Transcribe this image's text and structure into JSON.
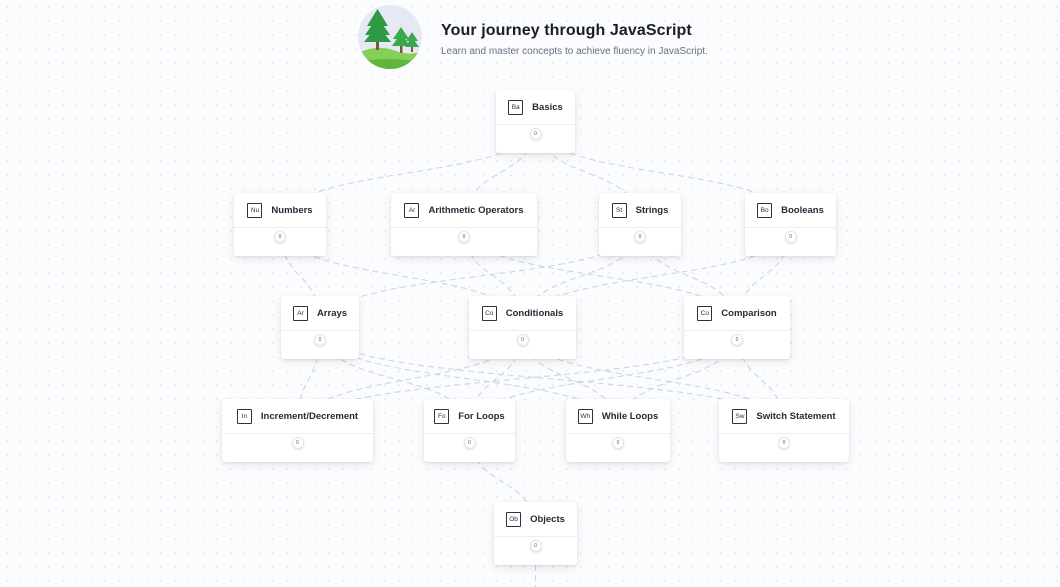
{
  "header": {
    "title": "Your journey through JavaScript",
    "subtitle": "Learn and master concepts to achieve fluency in JavaScript."
  },
  "nodes": [
    {
      "id": "basics",
      "label": "Basics",
      "badge": "Ba",
      "count": "0"
    },
    {
      "id": "numbers",
      "label": "Numbers",
      "badge": "Nu",
      "count": "0"
    },
    {
      "id": "arithmetic-operators",
      "label": "Arithmetic Operators",
      "badge": "Ar",
      "count": "0"
    },
    {
      "id": "strings",
      "label": "Strings",
      "badge": "St",
      "count": "0"
    },
    {
      "id": "booleans",
      "label": "Booleans",
      "badge": "Bo",
      "count": "0"
    },
    {
      "id": "arrays",
      "label": "Arrays",
      "badge": "Ar",
      "count": "0"
    },
    {
      "id": "conditionals",
      "label": "Conditionals",
      "badge": "Co",
      "count": "0"
    },
    {
      "id": "comparison",
      "label": "Comparison",
      "badge": "Co",
      "count": "0"
    },
    {
      "id": "increment-decrement",
      "label": "Increment/Decrement",
      "badge": "In",
      "count": "0"
    },
    {
      "id": "for-loops",
      "label": "For Loops",
      "badge": "Fo",
      "count": "0"
    },
    {
      "id": "while-loops",
      "label": "While Loops",
      "badge": "Wh",
      "count": "0"
    },
    {
      "id": "switch-statement",
      "label": "Switch Statement",
      "badge": "Sw",
      "count": "0"
    },
    {
      "id": "objects",
      "label": "Objects",
      "badge": "Ob",
      "count": "0"
    }
  ],
  "edges": [
    [
      "basics",
      "numbers"
    ],
    [
      "basics",
      "arithmetic-operators"
    ],
    [
      "basics",
      "strings"
    ],
    [
      "basics",
      "booleans"
    ],
    [
      "numbers",
      "arrays"
    ],
    [
      "numbers",
      "conditionals"
    ],
    [
      "arithmetic-operators",
      "conditionals"
    ],
    [
      "arithmetic-operators",
      "comparison"
    ],
    [
      "strings",
      "arrays"
    ],
    [
      "strings",
      "conditionals"
    ],
    [
      "strings",
      "comparison"
    ],
    [
      "booleans",
      "conditionals"
    ],
    [
      "booleans",
      "comparison"
    ],
    [
      "arrays",
      "increment-decrement"
    ],
    [
      "arrays",
      "for-loops"
    ],
    [
      "arrays",
      "while-loops"
    ],
    [
      "arrays",
      "switch-statement"
    ],
    [
      "conditionals",
      "increment-decrement"
    ],
    [
      "conditionals",
      "for-loops"
    ],
    [
      "conditionals",
      "while-loops"
    ],
    [
      "conditionals",
      "switch-statement"
    ],
    [
      "comparison",
      "increment-decrement"
    ],
    [
      "comparison",
      "for-loops"
    ],
    [
      "comparison",
      "while-loops"
    ],
    [
      "comparison",
      "switch-statement"
    ],
    [
      "for-loops",
      "objects"
    ]
  ]
}
